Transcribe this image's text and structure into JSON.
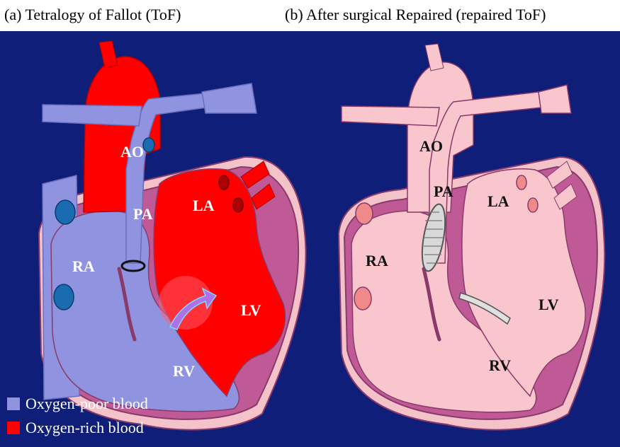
{
  "captions": {
    "left": "(a) Tetralogy of Fallot (ToF)",
    "right": "(b) After surgical Repaired (repaired ToF)"
  },
  "labels": {
    "left": {
      "ao": "AO",
      "pa": "PA",
      "la": "LA",
      "ra": "RA",
      "lv": "LV",
      "rv": "RV"
    },
    "right": {
      "ao": "AO",
      "pa": "PA",
      "la": "LA",
      "ra": "RA",
      "lv": "LV",
      "rv": "RV"
    }
  },
  "legend": [
    {
      "label": "Oxygen-poor blood",
      "color": "#8f93e0"
    },
    {
      "label": "Oxygen-rich blood",
      "color": "#ff0000"
    }
  ],
  "colors": {
    "background": "#0f1e78",
    "oxygen_poor": "#8f93e0",
    "oxygen_rich": "#ff0000",
    "muscle": "#c05a96",
    "repaired_fill": "#f8c6cc"
  }
}
